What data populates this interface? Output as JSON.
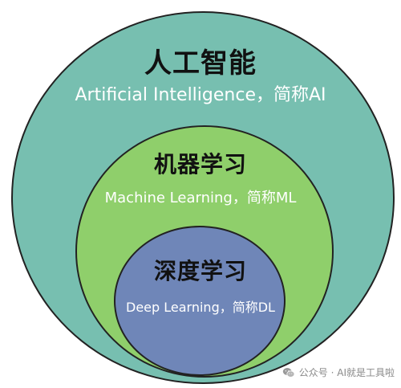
{
  "colors": {
    "outer_fill": "#77BFB0",
    "middle_fill": "#8FCF6B",
    "inner_fill": "#6F86B8",
    "outline": "#222222",
    "title_text": "#111111",
    "subtitle_text": "#FFFFFF",
    "watermark_text": "#8A8A8A"
  },
  "layers": [
    {
      "id": "ai",
      "title": "人工智能",
      "subtitle": "Artificial Intelligence，简称AI"
    },
    {
      "id": "ml",
      "title": "机器学习",
      "subtitle": "Machine Learning，简称ML"
    },
    {
      "id": "dl",
      "title": "深度学习",
      "subtitle": "Deep Learning，简称DL"
    }
  ],
  "watermark": {
    "text": "公众号 · AI就是工具啦",
    "icon": "wechat-icon"
  }
}
